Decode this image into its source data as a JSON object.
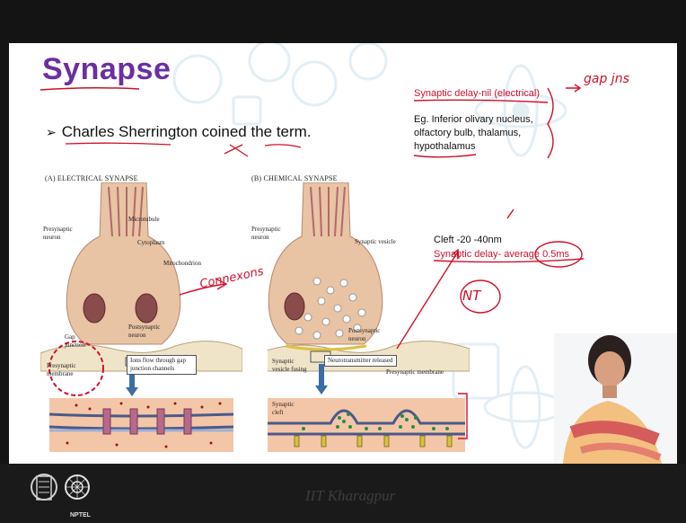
{
  "slide": {
    "title": "Synapse",
    "bullet": "Charles Sherrington coined the term.",
    "figure_a_title": "(A) ELECTRICAL SYNAPSE",
    "figure_b_title": "(B) CHEMICAL SYNAPSE",
    "labels_a": {
      "presynaptic": "Presynaptic neuron",
      "microtubule": "Microtubule",
      "cytoplasm": "Cytoplasm",
      "mitochondrion": "Mitochondrion",
      "gap_junction": "Gap junction",
      "postsynaptic": "Postsynaptic neuron",
      "presynaptic_membrane": "Presynaptic membrane",
      "ions_flow": "Ions flow through gap junction channels"
    },
    "labels_b": {
      "presynaptic": "Presynaptic neuron",
      "synaptic_vesicle": "Synaptic vesicle",
      "postsynaptic": "Postsynaptic neuron",
      "vesicle_fusing": "Synaptic vesicle fusing",
      "nt_released": "Neurotransmitter released",
      "presynaptic_membrane": "Presynaptic membrane",
      "synaptic_cleft": "Synaptic cleft"
    },
    "right_notes": {
      "delay_nil": "Synaptic delay-nil (electrical)",
      "eg_line1": "Eg. Inferior olivary nucleus,",
      "eg_line2": "olfactory bulb, thalamus,",
      "eg_line3": "hypothalamus",
      "cleft": "Cleft -20 -40nm",
      "delay_avg": "Synaptic delay- average 0.5ms"
    },
    "annotations": {
      "gap_jns": "gap jns",
      "connexons": "Connexons",
      "nt": "NT"
    }
  },
  "footer": {
    "institution": "IIT Kharagpur",
    "nptel": "NPTEL"
  },
  "colors": {
    "title": "#6b2fa0",
    "accent_red": "#d0102a",
    "terminal": "#e8c3a4",
    "footer_bg": "#1a1a1a"
  },
  "icons": [
    "iit-logo-icon",
    "nptel-logo-icon"
  ]
}
